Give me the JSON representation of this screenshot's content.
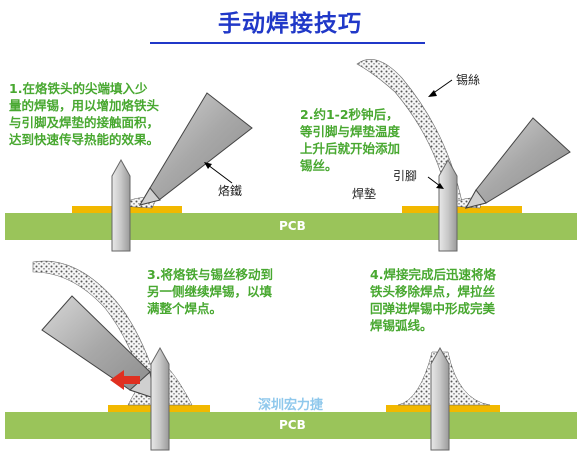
{
  "title": "手动焊接技巧",
  "steps": [
    {
      "lines": [
        "1.在烙铁头的尖端填入少",
        "量的焊锡，用以增加烙铁头",
        "与引脚及焊垫的接触面积，",
        "达到快速传导热能的效果。"
      ]
    },
    {
      "lines": [
        "2.约1-2秒钟后，",
        "等引脚与焊垫温度",
        "上升后就开始添加",
        "锡丝。"
      ]
    },
    {
      "lines": [
        "3.将烙铁与锡丝移动到",
        "另一侧继续焊锡，以填",
        "满整个焊点。"
      ]
    },
    {
      "lines": [
        "4.焊接完成后迅速将烙",
        "铁头移除焊点，焊拉丝",
        "回弹进焊锡中形成完美",
        "焊锡弧线。"
      ]
    }
  ],
  "labels": {
    "iron": "烙鐵",
    "solder_wire": "锡絲",
    "pad": "焊墊",
    "lead": "引腳",
    "pcb": "PCB",
    "watermark": "深圳宏力捷"
  },
  "colors": {
    "title": "#2038c8",
    "step_text": "#48a830",
    "pcb": "#9ac45a",
    "pad": "#f2b800",
    "arrow": "#e03020"
  }
}
